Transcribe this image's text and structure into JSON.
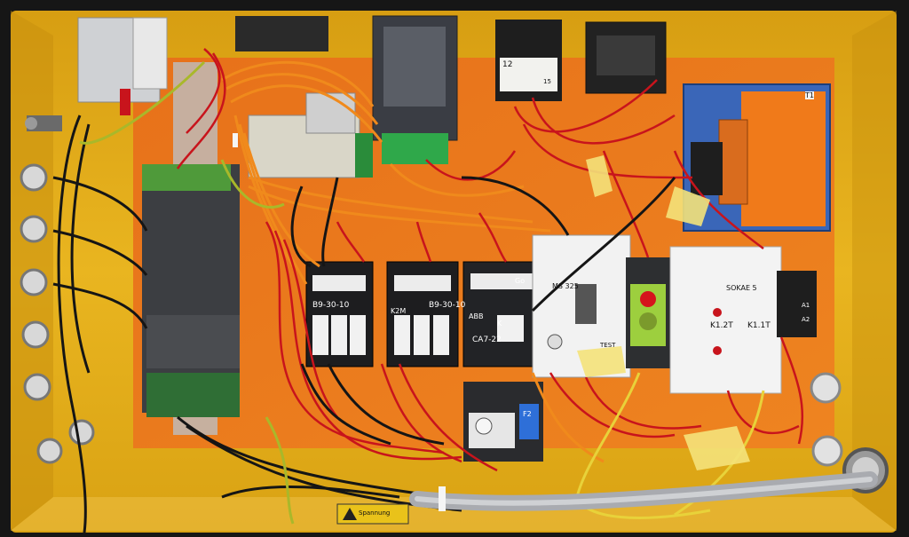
{
  "scene": {
    "description_labels": {
      "contactor_1_model": "B9-30-10",
      "contactor_2_model": "B9-30-10",
      "contactor_2_tag": "K2M",
      "contactor_3_brand": "ABB",
      "contactor_3_model": "CA7-22",
      "contactor_3_tag": "K",
      "motor_breaker_model": "MS 325",
      "motor_breaker_test": "TEST",
      "relay_brand": "SOKAE 5",
      "relay_tag_1": "K1.2T",
      "relay_tag_2": "K1.1T",
      "overload_tag": "F2",
      "transformer_tag": "T1",
      "timer_dial_12": "12",
      "timer_dial_15": "15",
      "warning_label": "Spannung",
      "small_tag": "Go",
      "coil_terminal_a1": "A1",
      "coil_terminal_a2": "A2"
    },
    "colors": {
      "enclosure": "#e8b21c",
      "backplate": "#e9761c",
      "frame": "#1a1a1a",
      "wire_red": "#c8141c",
      "wire_black": "#151515",
      "wire_orange": "#f08a1c",
      "conduit": "#a9abb0"
    }
  }
}
